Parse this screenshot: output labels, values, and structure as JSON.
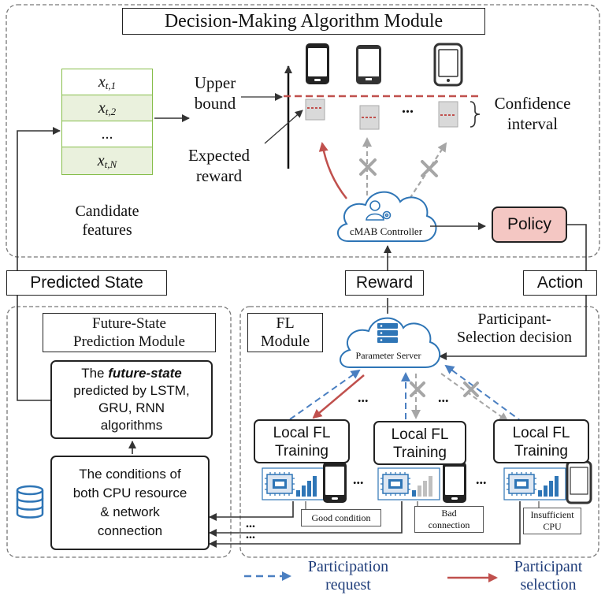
{
  "decision_module": {
    "title": "Decision-Making Algorithm Module",
    "features": [
      {
        "var": "x",
        "sub": "t,1"
      },
      {
        "var": "x",
        "sub": "t,2"
      },
      {
        "var": "...",
        "sub": ""
      },
      {
        "var": "x",
        "sub": "t,N"
      }
    ],
    "features_caption": [
      "Candidate",
      "features"
    ],
    "upper_bound": [
      "Upper",
      "bound"
    ],
    "expected_reward": [
      "Expected",
      "reward"
    ],
    "confidence": [
      "Confidence",
      "interval"
    ],
    "ellipsis": "...",
    "controller": "cMAB Controller",
    "policy": "Policy"
  },
  "links": {
    "predicted_state": "Predicted State",
    "reward": "Reward",
    "action": "Action"
  },
  "future_module": {
    "title": [
      "Future-State",
      "Prediction Module"
    ],
    "pred_pre": "The ",
    "pred_em": "future-state",
    "pred_lines": [
      "predicted by LSTM,",
      "GRU, RNN",
      "algorithms"
    ],
    "cond_lines": [
      "The conditions of",
      "both CPU resource",
      "& network",
      "connection"
    ]
  },
  "fl_module": {
    "title": [
      "FL",
      "Module"
    ],
    "server": "Parameter Server",
    "decision": [
      "Participant-",
      "Selection decision"
    ],
    "clients": [
      {
        "label": [
          "Local FL",
          "Training"
        ],
        "status": [
          "Good condition"
        ]
      },
      {
        "label": [
          "Local FL",
          "Training"
        ],
        "status": [
          "Bad",
          "connection"
        ]
      },
      {
        "label": [
          "Local FL",
          "Training"
        ],
        "status": [
          "Insufficient",
          "CPU"
        ]
      }
    ],
    "ellipsis": "..."
  },
  "legend": {
    "request": [
      "Participation",
      "request"
    ],
    "selection": [
      "Participant",
      "selection"
    ]
  },
  "colors": {
    "feature_border": "#86bd4a",
    "policy_fill": "#f4c7c3",
    "cloud_border": "#2e75b6",
    "request_arrow": "#4a7fc1",
    "selection_arrow": "#c0504d",
    "reject_grey": "#a6a6a6",
    "bound_line": "#c0504d"
  }
}
